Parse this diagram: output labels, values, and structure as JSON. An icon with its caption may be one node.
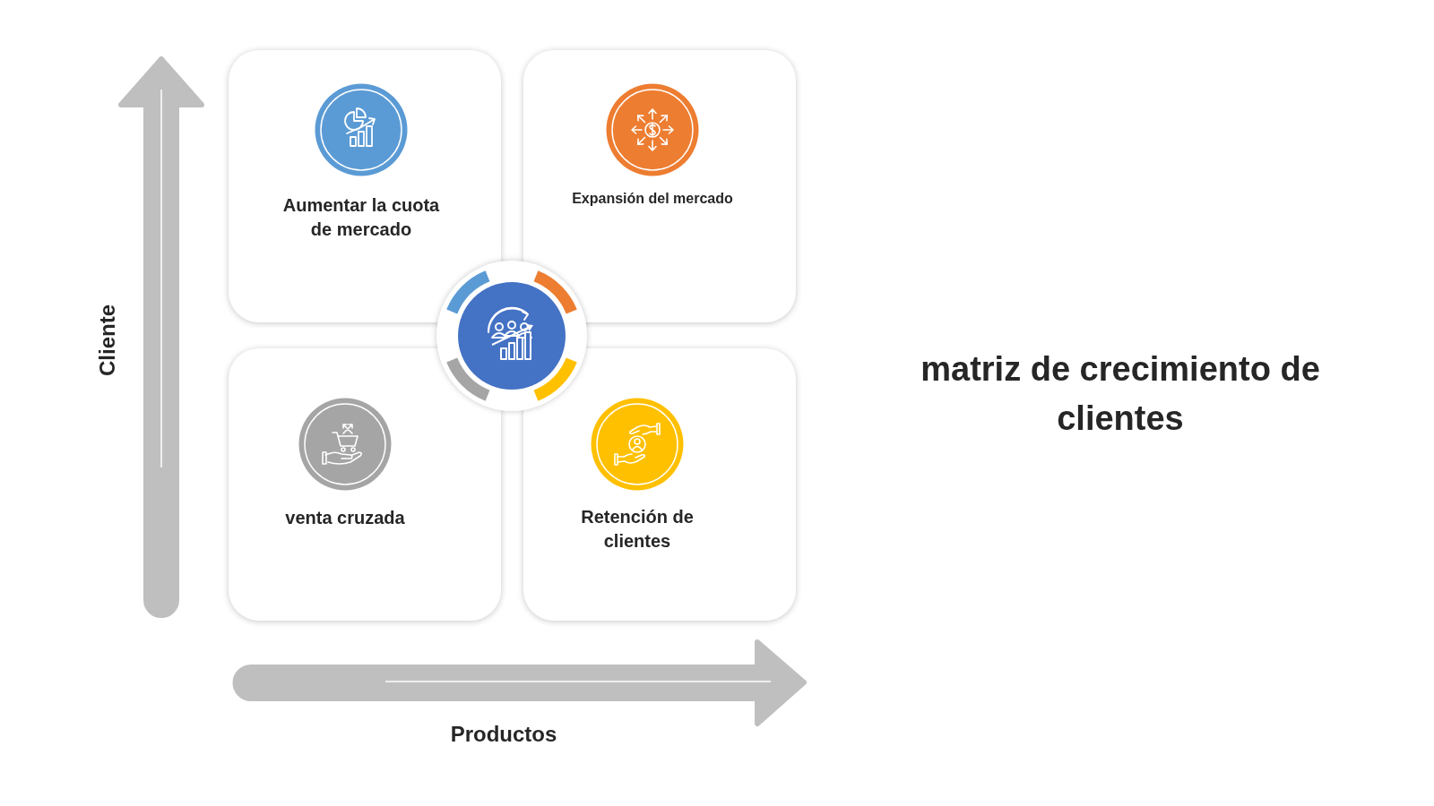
{
  "diagram": {
    "title": "matriz de crecimiento de clientes",
    "nodes": [
      {
        "text": [
          "Aumentar la cuota de mercado"
        ]
      },
      {
        "text": [
          "Expansión del mercado"
        ]
      },
      {
        "text": [
          "venta cruzada"
        ]
      },
      {
        "text": [
          "Retención de clientes"
        ]
      }
    ],
    "labels": [
      "Cliente",
      "Productos"
    ]
  }
}
